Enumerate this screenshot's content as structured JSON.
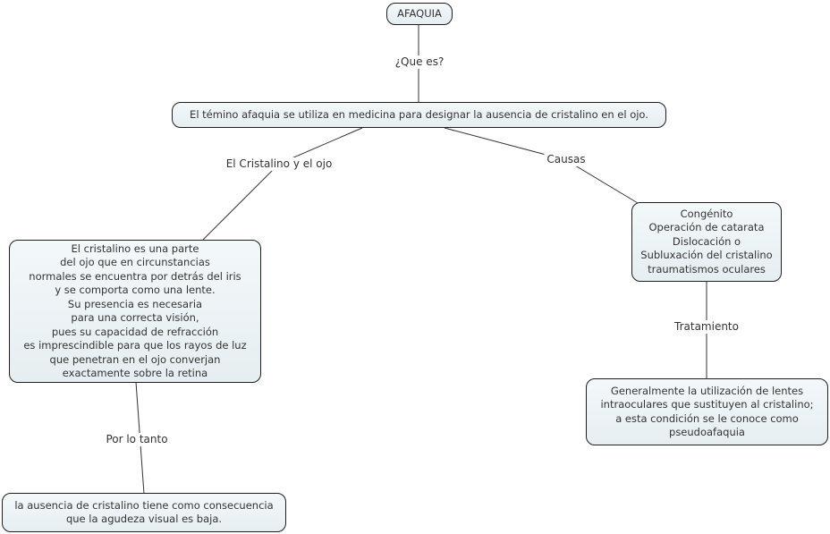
{
  "colors": {
    "node_fill_top": "#f3f8fa",
    "node_fill_bottom": "#e6eef1",
    "node_border": "#1f1f1f",
    "text": "#333333",
    "line": "#333333",
    "background": "#ffffff"
  },
  "nodes": {
    "root": {
      "text": "AFAQUIA"
    },
    "definition": {
      "text": "El témino afaquia se utiliza en medicina para designar la ausencia de cristalino en el ojo."
    },
    "cristalino": {
      "text": "El cristalino es una parte\ndel ojo que en circunstancias\nnormales se encuentra por detrás del iris\ny se comporta como una lente.\nSu presencia es necesaria\npara una correcta visión,\npues su capacidad de refracción\nes imprescindible para que los rayos de luz\nque penetran en el ojo converjan\nexactamente sobre la retina"
    },
    "causas": {
      "text": "Congénito\nOperación de catarata\nDislocación o\nSubluxación del cristalino\ntraumatismos oculares"
    },
    "tratamiento": {
      "text": "Generalmente la utilización de lentes\nintraoculares que sustituyen al cristalino;\na esta condición se le conoce como\npseudoafaquia"
    },
    "consecuencia": {
      "text": "la ausencia de cristalino tiene como consecuencia\nque la agudeza visual es baja."
    }
  },
  "link_labels": {
    "que_es": {
      "text": "¿Que es?"
    },
    "cristalino_ojo": {
      "text": "El Cristalino y el ojo"
    },
    "causas": {
      "text": "Causas"
    },
    "tratamiento": {
      "text": "Tratamiento"
    },
    "por_lo_tanto": {
      "text": "Por lo tanto"
    }
  }
}
